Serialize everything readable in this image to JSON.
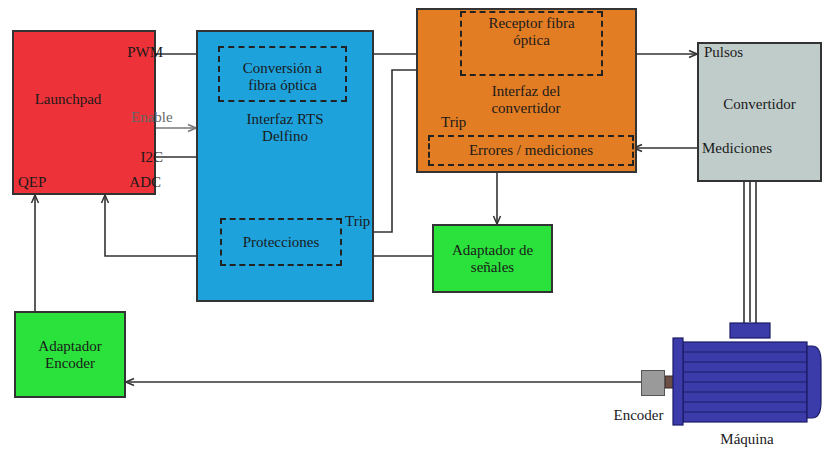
{
  "diagram": {
    "nodes": [
      {
        "text": [
          "Launchpad",
          "PWM",
          "I2C",
          "QEP",
          "ADC"
        ]
      },
      {
        "text": [
          "Interfaz RTS Delfino"
        ]
      },
      {
        "text": [
          "Conversión a fibra óptica"
        ],
        "in": 1
      },
      {
        "text": [
          "Protecciones"
        ],
        "in": 1
      },
      {
        "text": [
          "Interfaz del convertidor"
        ]
      },
      {
        "text": [
          "Receptor fibra óptica"
        ],
        "in": 4
      },
      {
        "text": [
          "Errores / mediciones"
        ],
        "in": 4
      },
      {
        "text": [
          "Convertidor",
          "Pulsos",
          "Mediciones"
        ]
      },
      {
        "text": [
          "Adaptador de señales"
        ]
      },
      {
        "text": [
          "Adaptador Encoder"
        ]
      },
      {
        "text": [
          "Máquina"
        ]
      },
      {
        "text": [
          "Encoder"
        ]
      }
    ],
    "edges": [
      {
        "from": 0,
        "to": 2,
        "arrow": "to"
      },
      {
        "from": 2,
        "to": 5,
        "arrow": "to"
      },
      {
        "from": 5,
        "to": 7,
        "arrow": "to"
      },
      {
        "from": 0,
        "to": 1,
        "label": "Enable",
        "arrow": "to"
      },
      {
        "from": 0,
        "to": 3,
        "arrow": "to"
      },
      {
        "from": 3,
        "to": 5,
        "label": "Trip",
        "arrow": "to"
      },
      {
        "from": 6,
        "to": 5,
        "label": "Trip",
        "arrow": "to"
      },
      {
        "from": 7,
        "to": 6,
        "arrow": "to"
      },
      {
        "from": 4,
        "to": 8,
        "arrow": "to"
      },
      {
        "from": 8,
        "to": 3,
        "arrow": "to"
      },
      {
        "from": 3,
        "to": 0,
        "arrow": "to"
      },
      {
        "from": 9,
        "to": 0,
        "arrow": "to"
      },
      {
        "from": 11,
        "to": 9,
        "arrow": "to"
      },
      {
        "from": 7,
        "to": 10,
        "arrow": "none"
      }
    ]
  }
}
